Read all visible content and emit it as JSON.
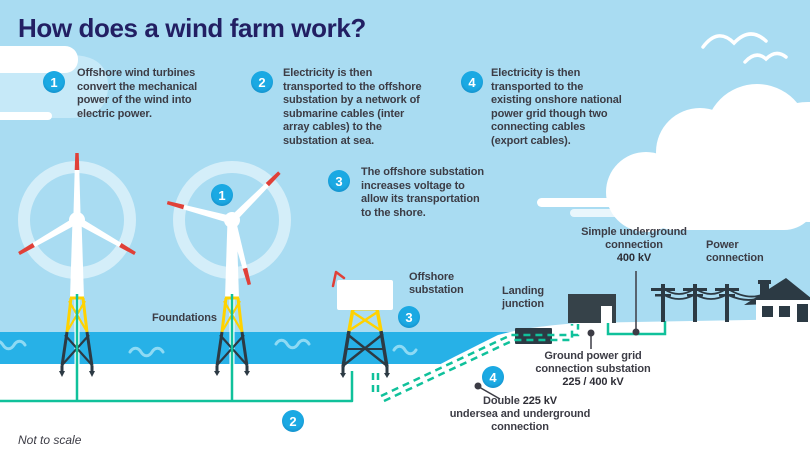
{
  "title": "How does a wind farm work?",
  "footnote": "Not to scale",
  "steps": [
    {
      "num": "1",
      "lines": [
        "Offshore wind turbines",
        "convert the mechanical",
        "power of the wind into",
        "electric power."
      ]
    },
    {
      "num": "2",
      "lines": [
        "Electricity is then",
        "transported to the offshore",
        "substation by a network of",
        "submarine cables (inter",
        "array cables) to the",
        "substation at sea."
      ]
    },
    {
      "num": "3",
      "lines": [
        "The offshore substation",
        "increases voltage to",
        "allow its transportation",
        "to the shore."
      ]
    },
    {
      "num": "4",
      "lines": [
        "Electricity is then",
        "transported to the",
        "existing onshore national",
        "power grid though two",
        "connecting cables",
        "(export cables)."
      ]
    }
  ],
  "diagram": {
    "badge_turbine": "1",
    "badge_cable": "2",
    "badge_substation": "3",
    "badge_export": "4",
    "labels": {
      "foundations": "Foundations",
      "offshore_substation_line1": "Offshore",
      "offshore_substation_line2": "substation",
      "landing_line1": "Landing",
      "landing_line2": "junction",
      "simple_line1": "Simple underground",
      "simple_line2": "connection",
      "simple_kv": "400 kV",
      "power_line1": "Power",
      "power_line2": "connection",
      "ground_line1": "Ground power grid",
      "ground_line2": "connection substation",
      "ground_kv": "225 / 400 kV",
      "double_pre": "Double ",
      "double_kv": "225 kV",
      "double_line2": "undersea and underground",
      "double_line3": "connection"
    }
  },
  "colors": {
    "sky": "#a9dcf2",
    "cloud_shade": "#c6e9f8",
    "sea": "#27b1e7",
    "wave": "#8edaf4",
    "cable_teal": "#10c19b",
    "structure_dark": "#2c3a44",
    "building": "#364249",
    "badge_cyan": "#1ba9e3",
    "title_navy": "#221f63",
    "text_dark": "#3c3c45",
    "lattice_yellow": "#ffd200",
    "accent_red": "#e04038"
  }
}
